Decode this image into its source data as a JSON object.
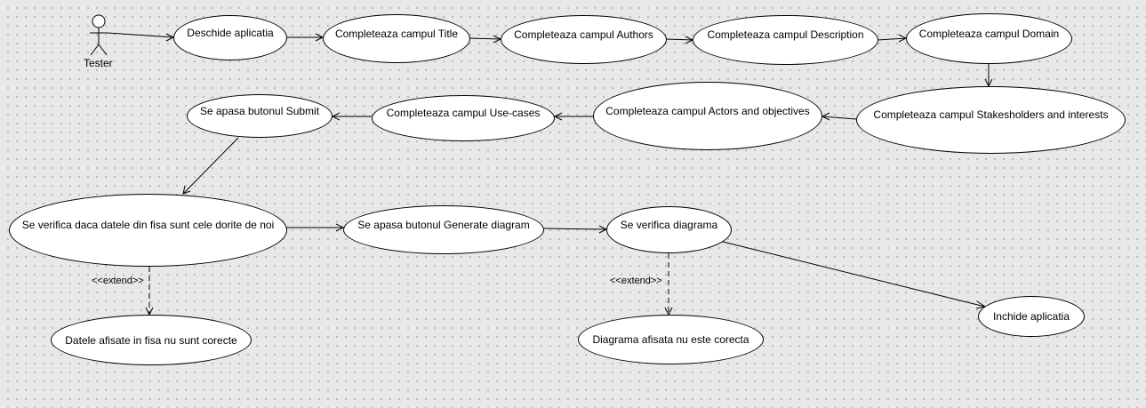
{
  "actor": {
    "name": "Tester"
  },
  "use_cases": {
    "deschide": "Deschide aplicatia",
    "title": "Completeaza campul Title",
    "authors": "Completeaza campul Authors",
    "description": "Completeaza campul Description",
    "domain": "Completeaza campul Domain",
    "stakeholders": "Completeaza campul Stakesholders and interests",
    "actors": "Completeaza campul Actors and objectives",
    "usecases": "Completeaza campul Use-cases",
    "submit": "Se apasa butonul Submit",
    "verifica_date": "Se verifica daca datele din fisa sunt cele dorite de noi",
    "generate": "Se apasa butonul Generate diagram",
    "verifica_diagrama": "Se verifica diagrama",
    "inchide": "Inchide aplicatia",
    "date_incorecte": "Datele afisate in fisa nu sunt corecte",
    "diagrama_incorecta": "Diagrama afisata nu este corecta"
  },
  "relations": {
    "extend1": "<<extend>>",
    "extend2": "<<extend>>"
  }
}
